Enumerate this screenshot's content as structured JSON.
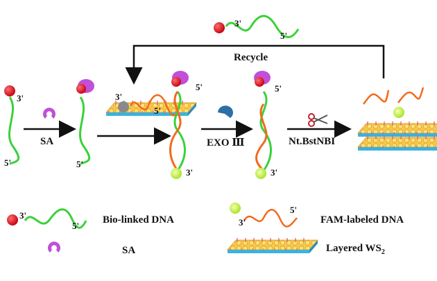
{
  "recycle_label": "Recycle",
  "steps": {
    "sa": "SA",
    "exo": "EXO Ⅲ",
    "nick": "Nt.BstNBI"
  },
  "primes": {
    "three": "3'",
    "five": "5'"
  },
  "legend": {
    "bio_dna": "Bio-linked DNA",
    "fam_dna": "FAM-labeled DNA",
    "sa": "SA",
    "ws2_prefix": "Layered WS",
    "ws2_sub": "2"
  },
  "colors": {
    "green_dna": "#3ad13a",
    "orange_dna": "#f26a1b",
    "biotin": "#e0121e",
    "sa": "#c14fd8",
    "fam": "#b6f03a",
    "ws2": "#f7c84a",
    "ws2_base": "#38b4e0",
    "exo": "#2e6ea6"
  }
}
